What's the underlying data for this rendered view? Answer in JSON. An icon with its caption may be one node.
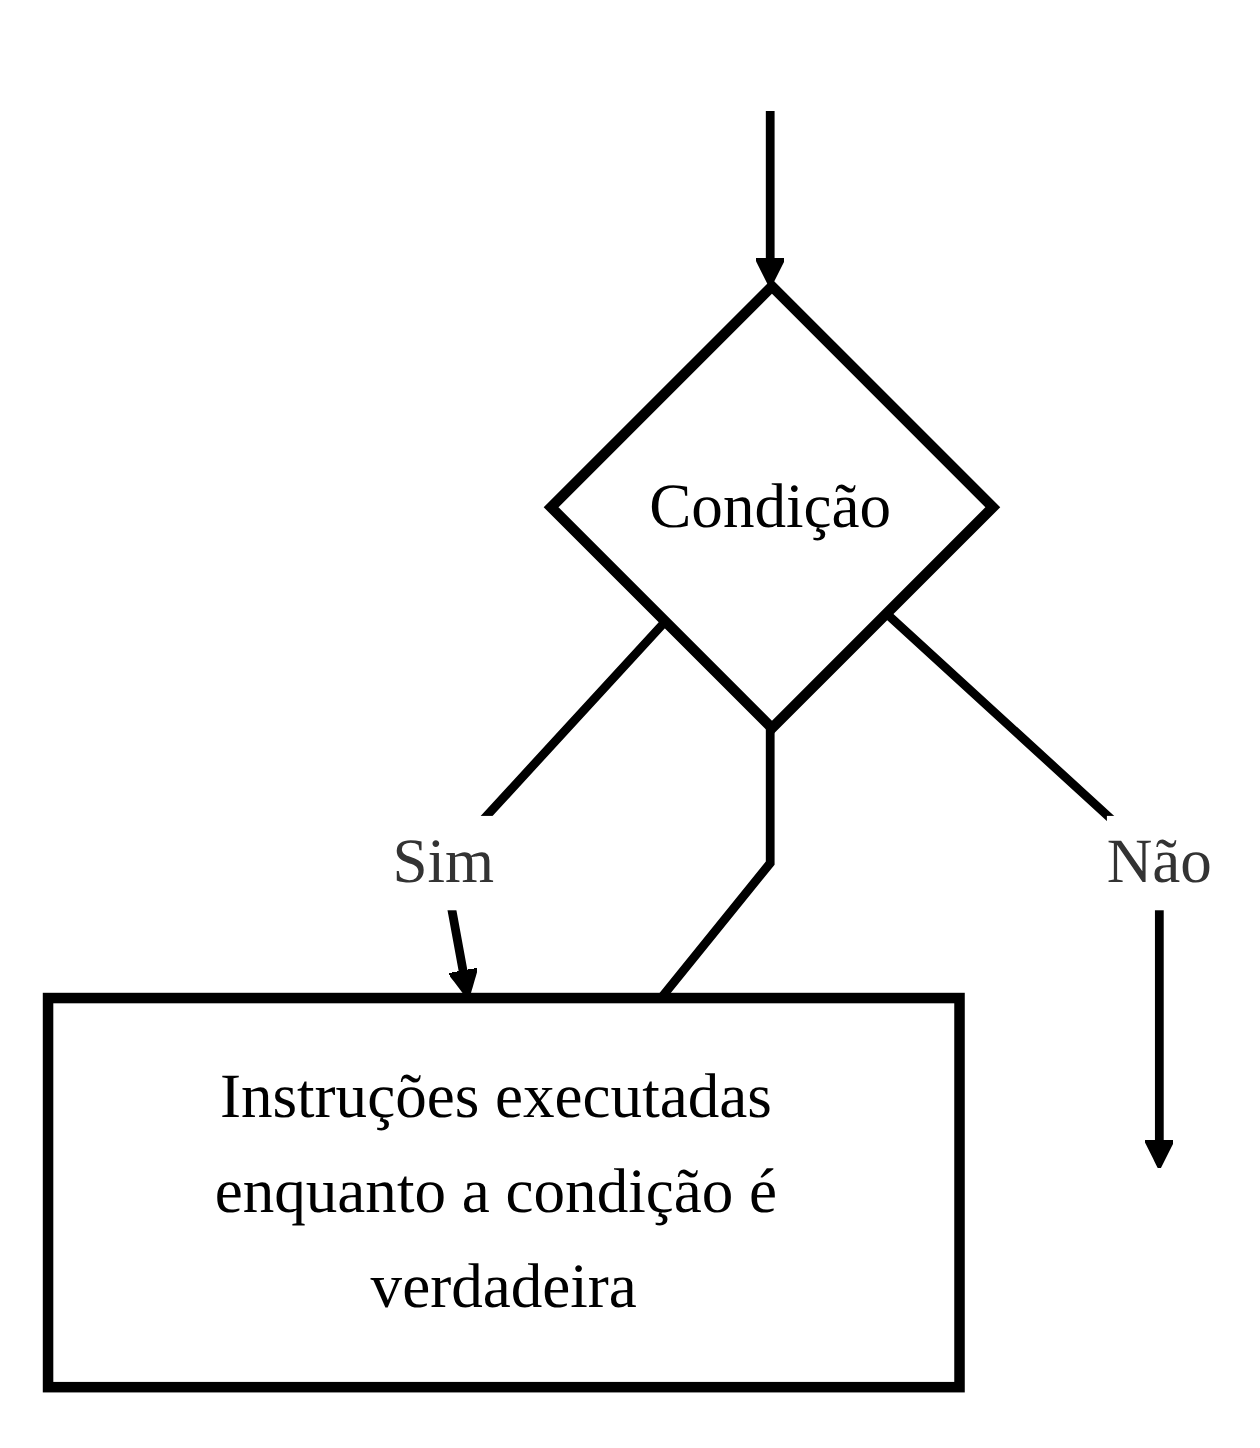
{
  "diagram": {
    "nodes": [
      {
        "text": [
          "Condição"
        ]
      },
      {
        "text": [
          "Instruções executadas enquanto a condição é verdadeira"
        ]
      }
    ],
    "edges": [
      {
        "from": null,
        "to": 0,
        "arrow": "to"
      },
      {
        "from": 0,
        "to": 1,
        "label": "Sim",
        "arrow": "to"
      },
      {
        "from": 1,
        "to": 0,
        "arrow": "none"
      },
      {
        "from": 0,
        "to": null,
        "label": "Não",
        "arrow": "to"
      }
    ]
  }
}
